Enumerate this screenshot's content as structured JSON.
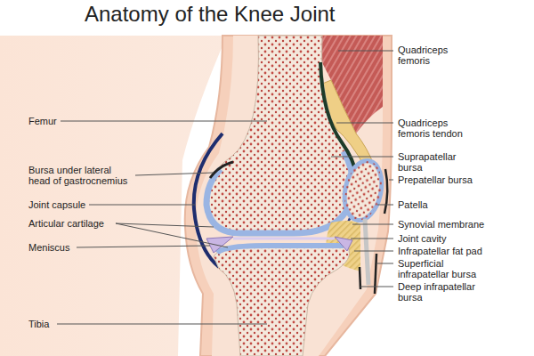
{
  "diagram": {
    "title": "Anatomy of the Knee Joint",
    "labels": [
      "Quadriceps femoris",
      "Femur",
      "Quadriceps femoris tendon",
      "Suprapatellar bursa",
      "Bursa under lateral head of gastrocnemius",
      "Prepatellar bursa",
      "Joint capsule",
      "Patella",
      "Articular cartilage",
      "Synovial membrane",
      "Meniscus",
      "Joint cavity",
      "Infrapatellar fat pad",
      "Superficial infrapatellar bursa",
      "Deep infrapatellar bursa",
      "Tibia"
    ]
  }
}
